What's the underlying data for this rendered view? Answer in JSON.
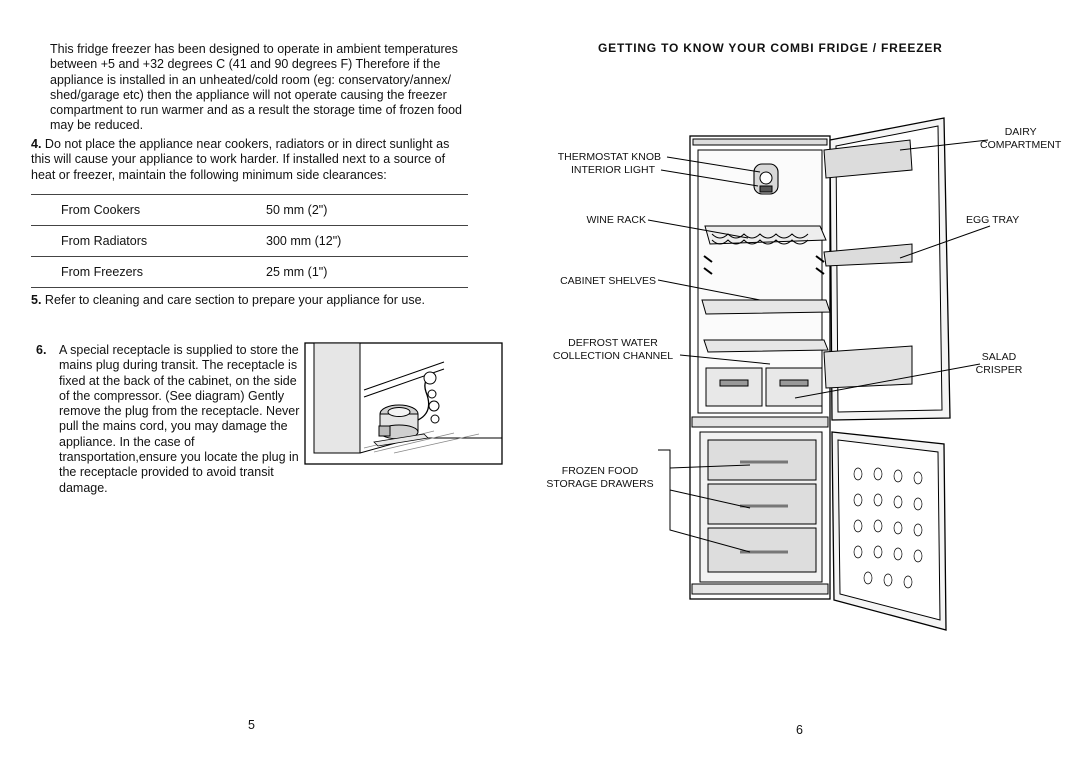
{
  "left_page": {
    "intro": "This fridge freezer has been designed to operate in ambient temperatures between +5 and +32 degrees C (41 and 90 degrees F) Therefore if the appliance is installed in an unheated/cold room (eg: conservatory/annex/ shed/garage etc) then the appliance will not operate causing the freezer compartment to run warmer and as a result the storage time of  frozen food may be reduced.",
    "item4": {
      "number": "4.",
      "text": "Do not place the appliance near cookers, radiators or in direct sunlight as this will cause your appliance to work harder. If installed next to a source of heat or freezer, maintain the following minimum side clearances:"
    },
    "clearances": [
      {
        "source": "From Cookers",
        "distance": "50 mm (2\")"
      },
      {
        "source": "From Radiators",
        "distance": "300 mm (12\")"
      },
      {
        "source": "From Freezers",
        "distance": "25 mm (1\")"
      }
    ],
    "item5": {
      "number": "5.",
      "text": "Refer to cleaning and care section to prepare your appliance for use."
    },
    "item6": {
      "number": "6.",
      "text": "A special receptacle is supplied to store the mains plug during transit. The receptacle is fixed at the back of the cabinet, on the side of the compressor. (See diagram) Gently remove the plug from the receptacle. Never pull the mains cord, you may damage the appliance. In the case of transportation,ensure you locate the plug in the receptacle provided to avoid transit damage."
    },
    "page_number": "5"
  },
  "right_page": {
    "heading": "GETTING  TO  KNOW  YOUR  COMBI  FRIDGE  /  FREEZER",
    "labels": {
      "dairy": "DAIRY\nCOMPARTMENT",
      "thermostat": "THERMOSTAT KNOB",
      "interior_light": "INTERIOR LIGHT",
      "wine_rack": "WINE RACK",
      "egg_tray": "EGG TRAY",
      "cabinet_shelves": "CABINET SHELVES",
      "defrost": "DEFROST WATER\nCOLLECTION CHANNEL",
      "salad": "SALAD\nCRISPER",
      "frozen": "FROZEN FOOD\nSTORAGE DRAWERS"
    },
    "page_number": "6"
  }
}
